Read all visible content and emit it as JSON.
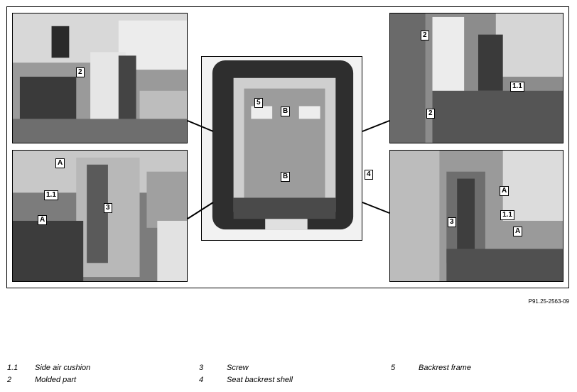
{
  "reference": "P91.25-2563-09",
  "callouts": {
    "c_1_1": "1.1",
    "c_2": "2",
    "c_3": "3",
    "c_4": "4",
    "c_5": "5",
    "c_A": "A",
    "c_B": "B"
  },
  "legend": [
    {
      "num": "1.1",
      "text": "Side air cushion"
    },
    {
      "num": "2",
      "text": "Molded part"
    },
    {
      "num": "3",
      "text": "Screw"
    },
    {
      "num": "4",
      "text": "Seat backrest shell"
    },
    {
      "num": "5",
      "text": "Backrest frame"
    }
  ]
}
